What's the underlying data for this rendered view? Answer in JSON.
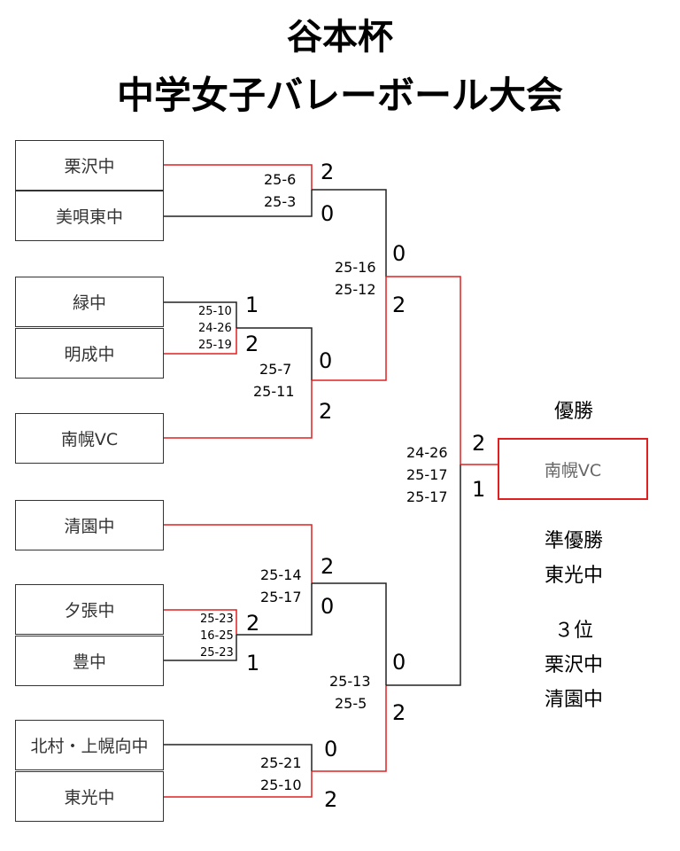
{
  "title": {
    "line1": "谷本杯",
    "line2": "中学女子バレーボール大会"
  },
  "teams": [
    "栗沢中",
    "美唄東中",
    "緑中",
    "明成中",
    "南幌VC",
    "清園中",
    "夕張中",
    "豊中",
    "北村・上幌向中",
    "東光中"
  ],
  "champion_box": "南幌VC",
  "matches": {
    "m1": {
      "set1": "25-6",
      "set2": "25-3",
      "win": "2",
      "lose": "0"
    },
    "m2": {
      "set1": "25-10",
      "set2": "24-26",
      "set3": "25-19",
      "lose": "1",
      "win": "2"
    },
    "m3": {
      "set1": "25-7",
      "set2": "25-11",
      "lose": "0",
      "win": "2"
    },
    "m4": {
      "set1": "25-16",
      "set2": "25-12",
      "lose": "0",
      "win": "2"
    },
    "m5": {
      "set1": "25-23",
      "set2": "16-25",
      "set3": "25-23",
      "win": "2",
      "lose": "1"
    },
    "m6": {
      "set1": "25-14",
      "set2": "25-17",
      "win": "2",
      "lose": "0"
    },
    "m7": {
      "set1": "25-21",
      "set2": "25-10",
      "lose": "0",
      "win": "2"
    },
    "m8": {
      "set1": "25-13",
      "set2": "25-5",
      "lose": "0",
      "win": "2"
    },
    "final": {
      "set1": "24-26",
      "set2": "25-17",
      "set3": "25-17",
      "win": "2",
      "lose": "1"
    }
  },
  "results": {
    "champion_label": "優勝",
    "runner_up_label": "準優勝",
    "runner_up": "東光中",
    "third_label": "３位",
    "third_1": "栗沢中",
    "third_2": "清園中"
  },
  "colors": {
    "win_line": "#e02020",
    "lose_line": "#222222"
  }
}
